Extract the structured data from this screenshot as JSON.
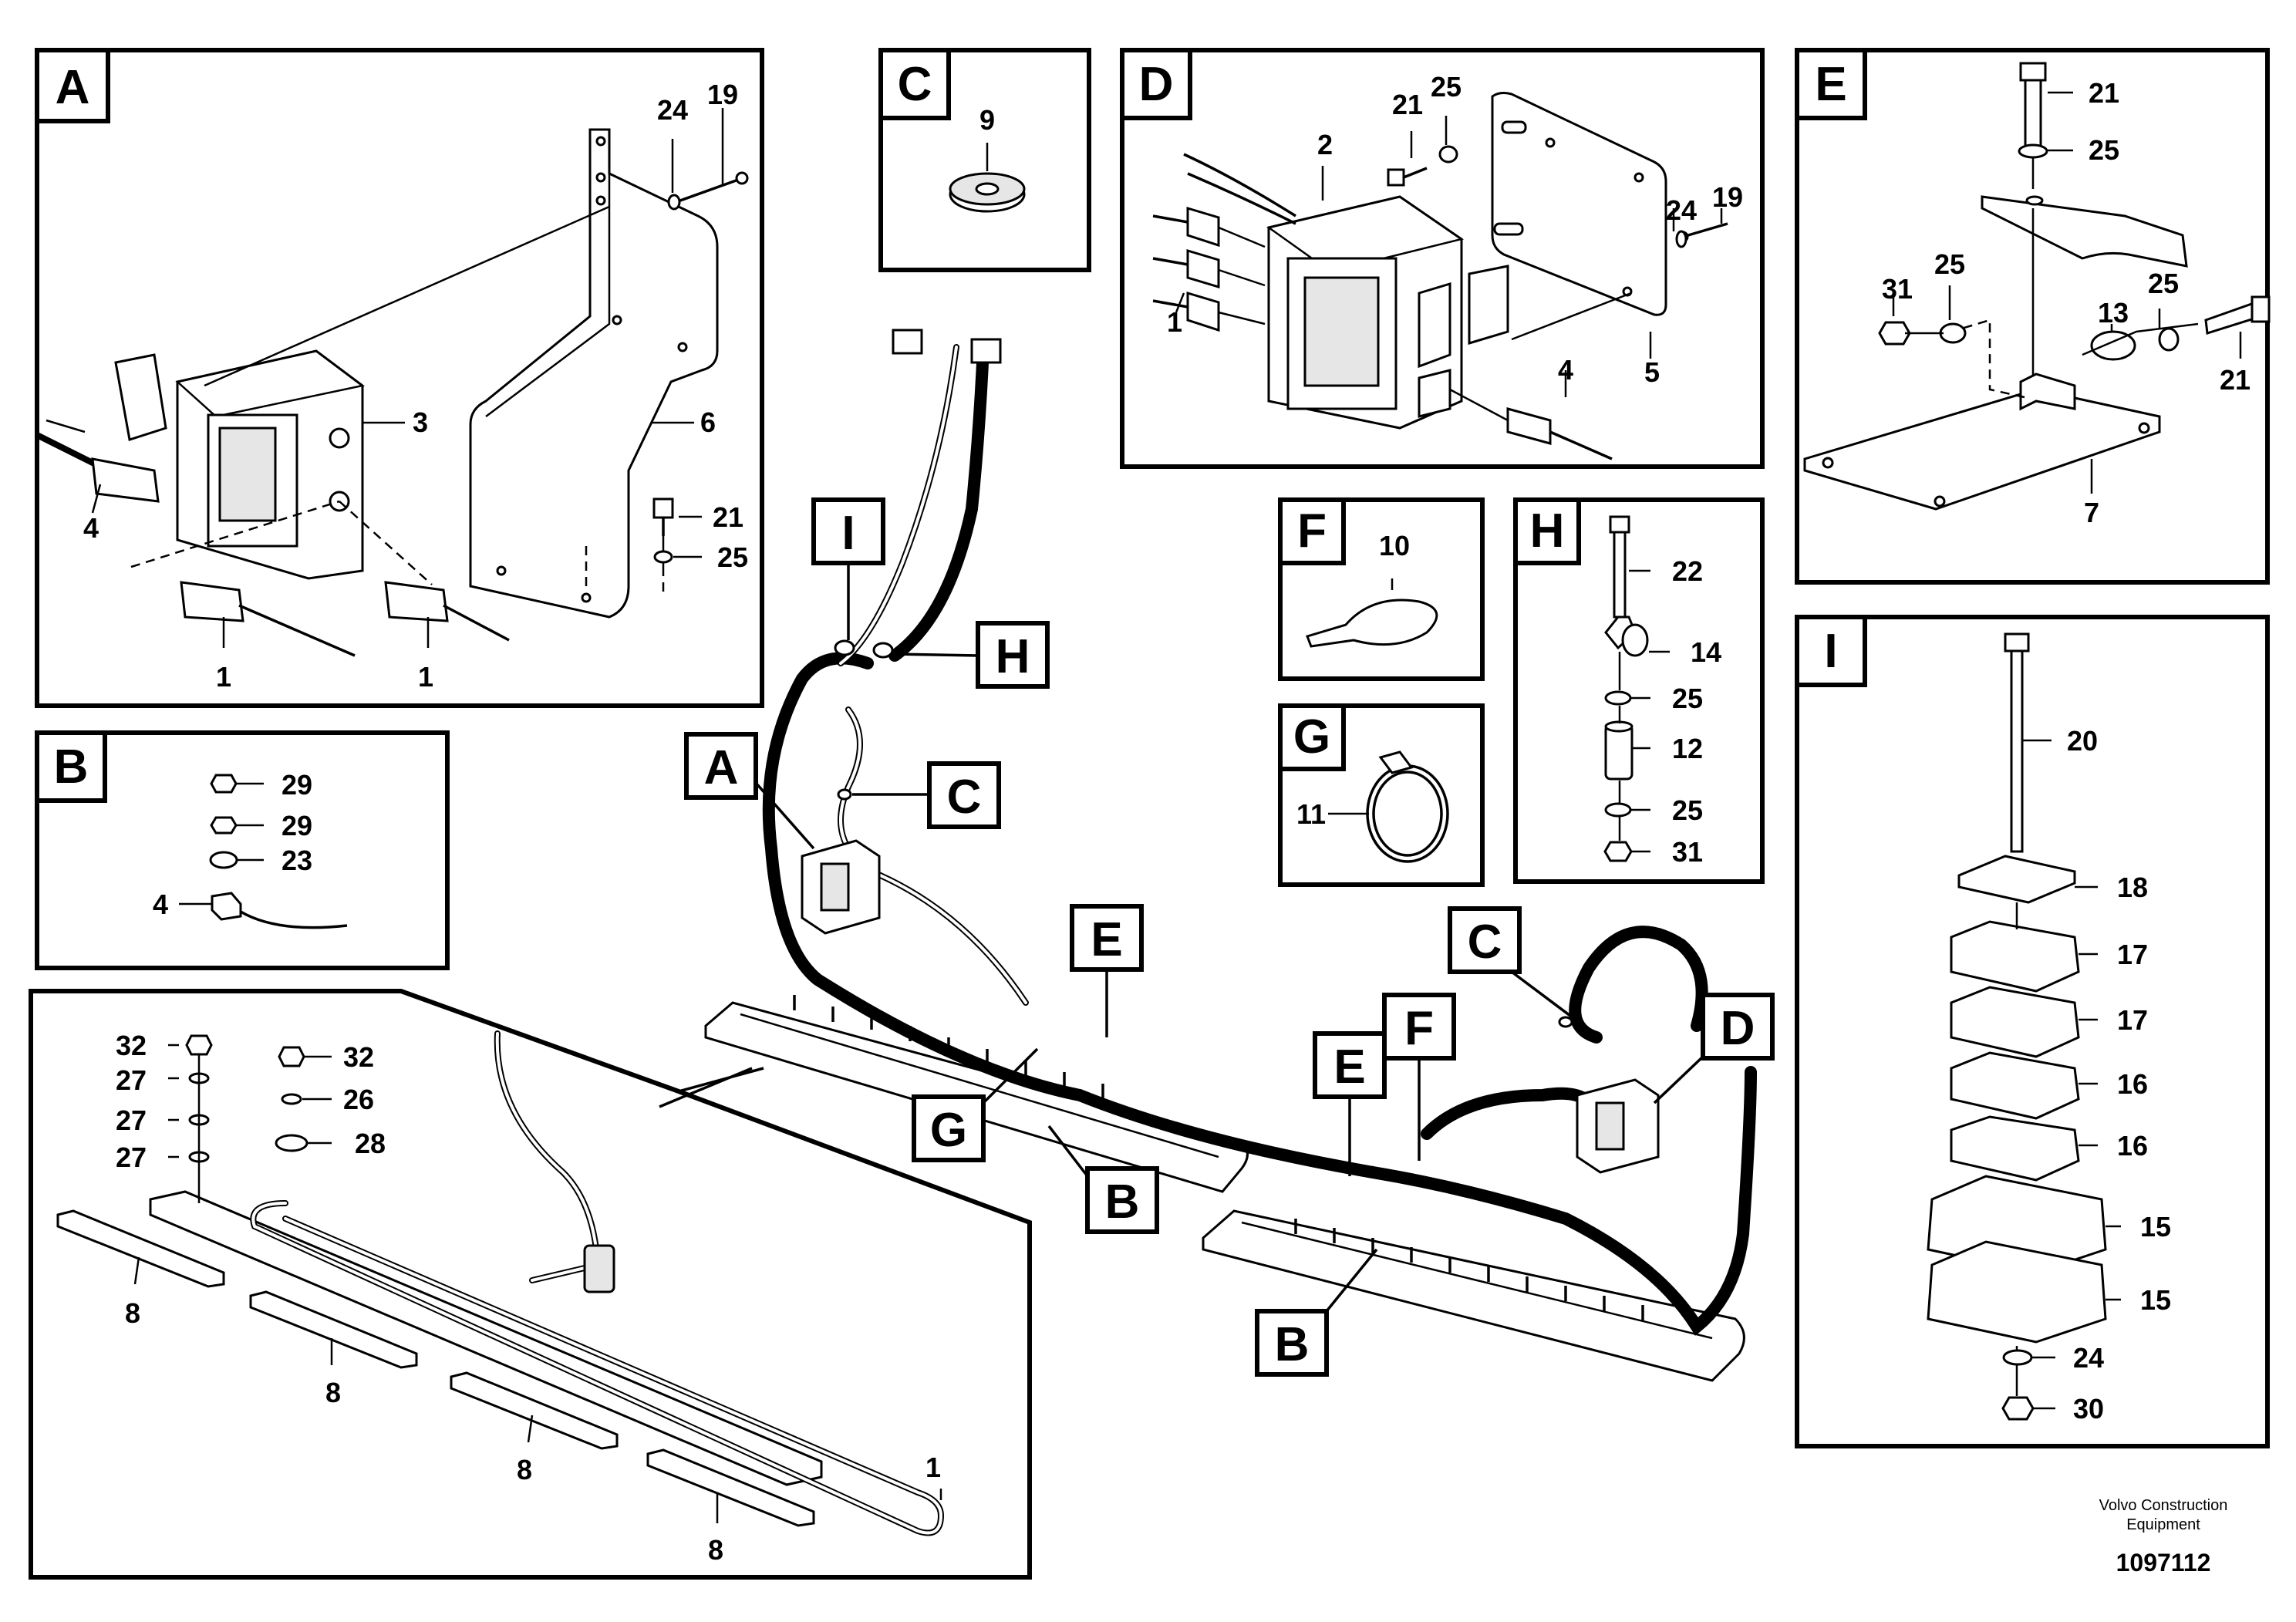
{
  "panels": [
    {
      "id": "A",
      "label": "A"
    },
    {
      "id": "B",
      "label": "B"
    },
    {
      "id": "C",
      "label": "C"
    },
    {
      "id": "D",
      "label": "D"
    },
    {
      "id": "E",
      "label": "E"
    },
    {
      "id": "F",
      "label": "F"
    },
    {
      "id": "G",
      "label": "G"
    },
    {
      "id": "H",
      "label": "H"
    },
    {
      "id": "I",
      "label": "I"
    }
  ],
  "callouts": {
    "A": [
      "24",
      "19",
      "3",
      "6",
      "4",
      "21",
      "25",
      "1",
      "1"
    ],
    "B": [
      "29",
      "29",
      "23",
      "4"
    ],
    "C": [
      "9"
    ],
    "D": [
      "21",
      "25",
      "2",
      "24",
      "19",
      "1",
      "4",
      "5"
    ],
    "E": [
      "21",
      "25",
      "31",
      "25",
      "13",
      "25",
      "21",
      "7"
    ],
    "F": [
      "10"
    ],
    "G": [
      "11"
    ],
    "H": [
      "22",
      "14",
      "25",
      "12",
      "25",
      "31"
    ],
    "I": [
      "20",
      "18",
      "17",
      "17",
      "16",
      "16",
      "15",
      "15",
      "24",
      "30"
    ],
    "detail": [
      "32",
      "27",
      "27",
      "27",
      "32",
      "26",
      "28",
      "8",
      "8",
      "8",
      "8",
      "1"
    ]
  },
  "main_tags": [
    "I",
    "H",
    "A",
    "C",
    "E",
    "G",
    "B",
    "C",
    "D",
    "E",
    "F",
    "B"
  ],
  "footer": {
    "brand_line1": "Volvo Construction",
    "brand_line2": "Equipment",
    "figure_number": "1097112"
  }
}
